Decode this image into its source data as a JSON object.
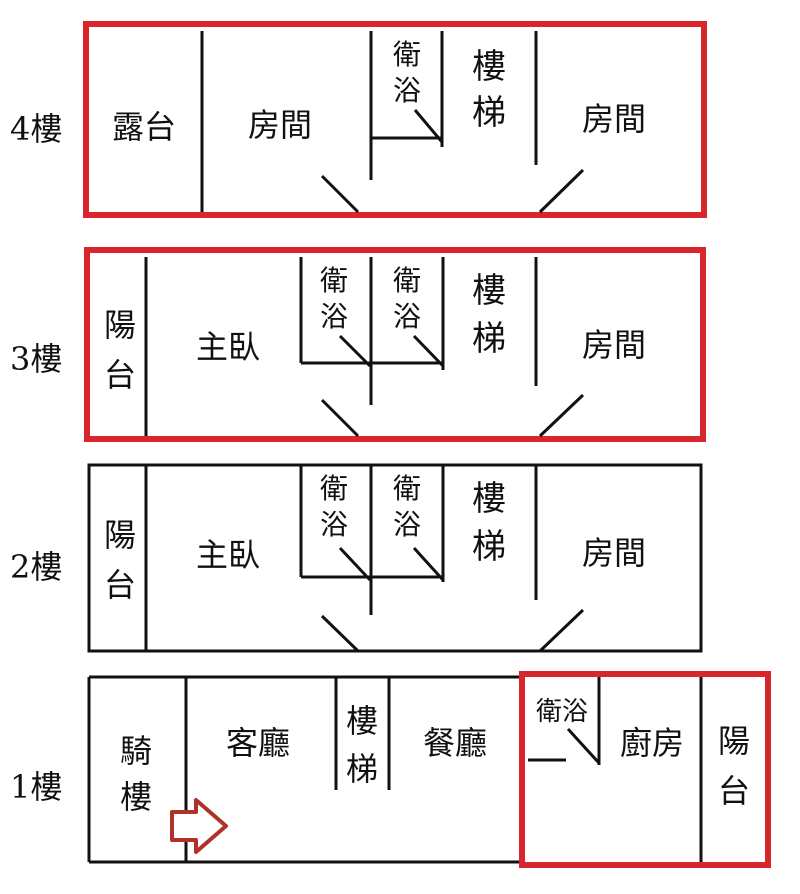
{
  "floors": {
    "f4": {
      "label": "4樓",
      "rooms": {
        "terrace": "露台",
        "room_left": "房間",
        "bath_1": "衛",
        "bath_2": "浴",
        "stairs_1": "樓",
        "stairs_2": "梯",
        "room_right": "房間"
      }
    },
    "f3": {
      "label": "3樓",
      "rooms": {
        "balcony_1": "陽",
        "balcony_2": "台",
        "master": "主臥",
        "bath_a_1": "衛",
        "bath_a_2": "浴",
        "bath_b_1": "衛",
        "bath_b_2": "浴",
        "stairs_1": "樓",
        "stairs_2": "梯",
        "room_right": "房間"
      }
    },
    "f2": {
      "label": "2樓",
      "rooms": {
        "balcony_1": "陽",
        "balcony_2": "台",
        "master": "主臥",
        "bath_a_1": "衛",
        "bath_a_2": "浴",
        "bath_b_1": "衛",
        "bath_b_2": "浴",
        "stairs_1": "樓",
        "stairs_2": "梯",
        "room_right": "房間"
      }
    },
    "f1": {
      "label": "1樓",
      "rooms": {
        "arcade_1": "騎",
        "arcade_2": "樓",
        "living": "客廳",
        "stairs_1": "樓",
        "stairs_2": "梯",
        "dining": "餐廳",
        "bath": "衛浴",
        "kitchen": "廚房",
        "balcony_1": "陽",
        "balcony_2": "台"
      }
    }
  },
  "colors": {
    "highlight": "#d9262c",
    "wall": "#111111",
    "entrance_arrow": "#b0302a"
  },
  "icons": {
    "entrance": "entrance-arrow-icon"
  }
}
